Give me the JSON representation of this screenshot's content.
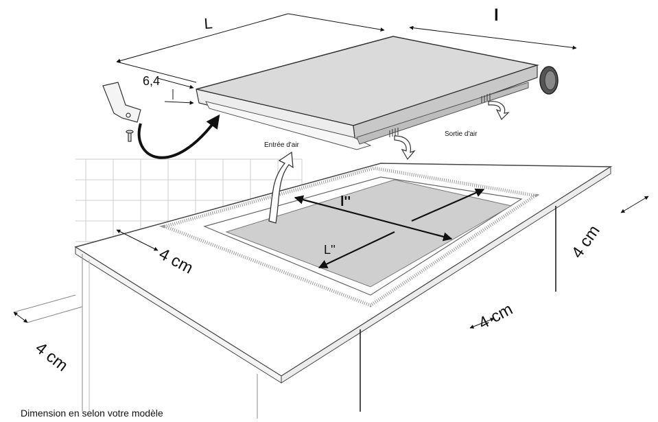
{
  "labels": {
    "length_top": "L",
    "width_top": "l",
    "thickness": "6,4",
    "air_in": "Entrée d'air",
    "air_out": "Sortie d'air",
    "cutout_width": "l''",
    "cutout_length": "L''",
    "clearance_left": "4 cm",
    "clearance_right": "4 cm",
    "clearance_front": "4 cm",
    "clearance_side": "4 cm",
    "caption": "Dimension en selon votre modèle"
  }
}
